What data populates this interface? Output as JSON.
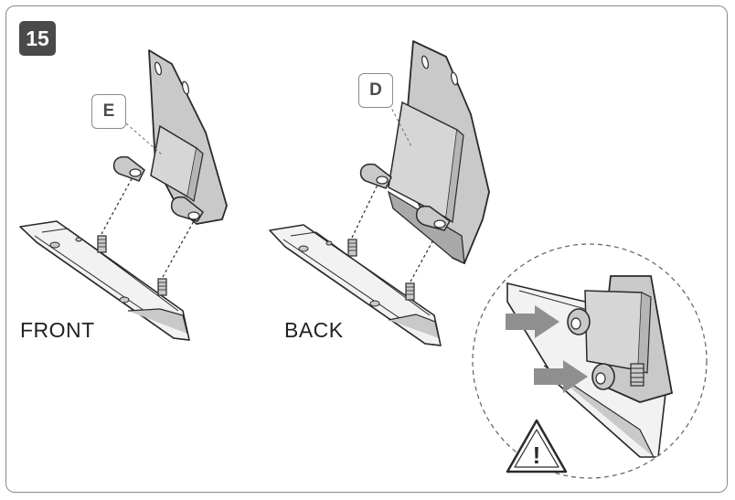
{
  "step": {
    "number": "15"
  },
  "parts": {
    "front_part": "E",
    "back_part": "D"
  },
  "views": {
    "front": "FRONT",
    "back": "BACK"
  },
  "warning": {
    "symbol": "!"
  },
  "colors": {
    "badge": "#4a4a4a",
    "part_fill": "#c9c9c9",
    "outline": "#2a2a2a",
    "arrow": "#8f8f8f",
    "frame": "#8a8a8a"
  }
}
